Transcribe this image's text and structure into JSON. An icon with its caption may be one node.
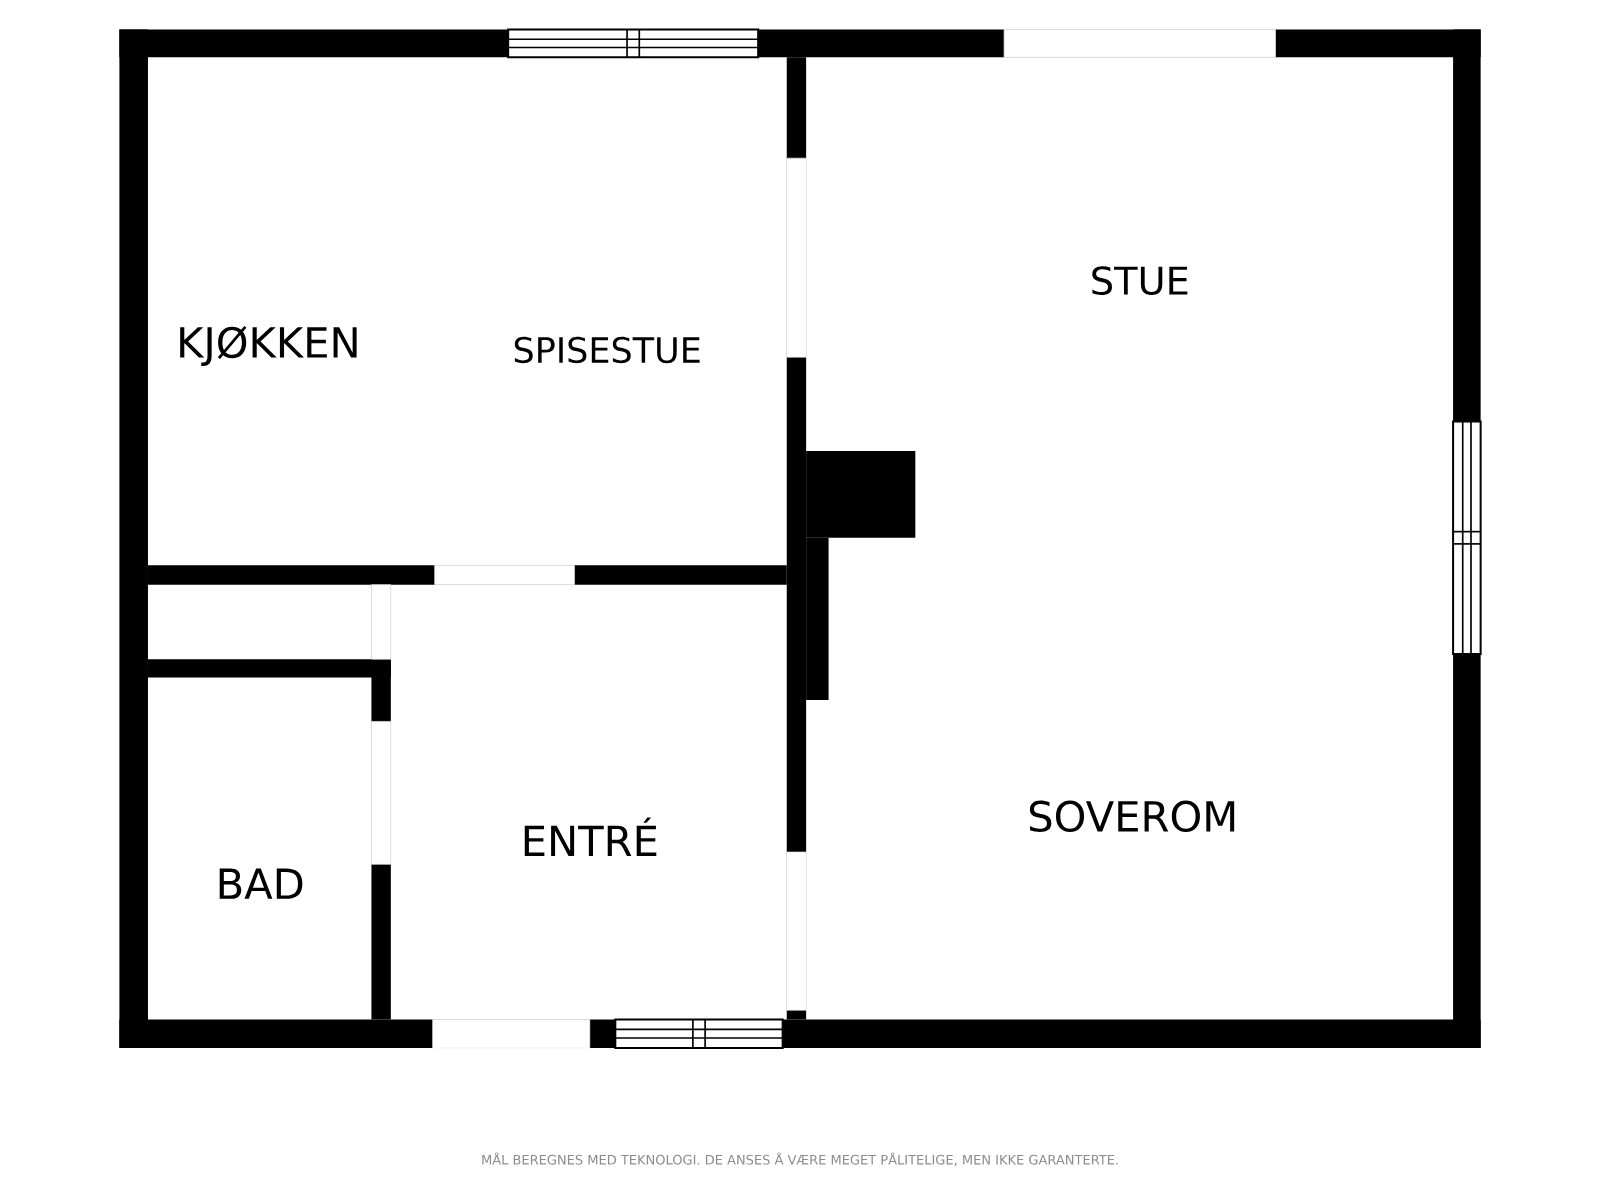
{
  "diagram": {
    "labels": [
      "STUE",
      "KJØKKEN",
      "SPISESTUE",
      "SOVEROM",
      "ENTRÉ",
      "BAD",
      "MÅL BEREGNES MED TEKNOLOGI. DE ANSES Å VÆRE MEGET PÅLITELIGE, MEN IKKE GARANTERTE."
    ]
  }
}
